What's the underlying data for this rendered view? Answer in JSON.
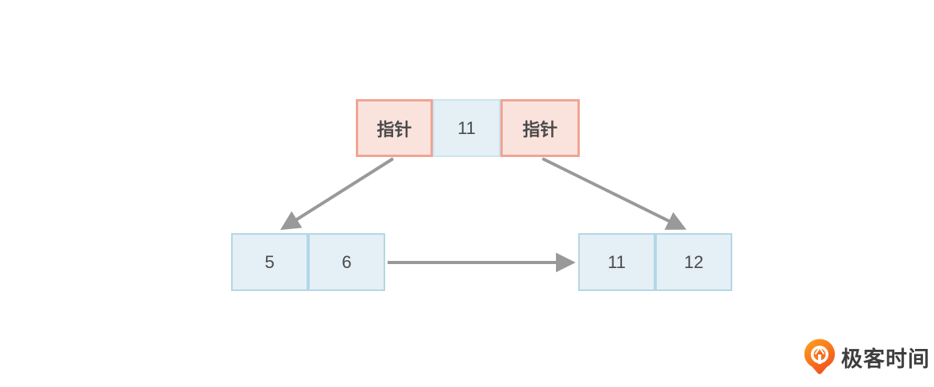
{
  "diagram": {
    "description": "B+ tree index structure diagram: a root node with two pointers and key 11 pointing to two leaf nodes; left leaf links to right leaf",
    "root_node": {
      "cells": [
        {
          "label": "指针",
          "type": "pointer"
        },
        {
          "label": "11",
          "type": "key"
        },
        {
          "label": "指针",
          "type": "pointer"
        }
      ]
    },
    "left_leaf_node": {
      "cells": [
        {
          "label": "5",
          "type": "key"
        },
        {
          "label": "6",
          "type": "key"
        }
      ]
    },
    "right_leaf_node": {
      "cells": [
        {
          "label": "11",
          "type": "key"
        },
        {
          "label": "12",
          "type": "key"
        }
      ]
    },
    "edges": [
      {
        "from": "root-left-pointer",
        "to": "left-leaf-node",
        "style": "arrow"
      },
      {
        "from": "root-right-pointer",
        "to": "right-leaf-node",
        "style": "arrow"
      },
      {
        "from": "left-leaf-node",
        "to": "right-leaf-node",
        "style": "arrow"
      }
    ]
  },
  "logo": {
    "text": "极客时间",
    "icon": "geektime-pin-icon"
  },
  "colors": {
    "pink_fill": "#fbe3dd",
    "pink_border": "#efa593",
    "blue_fill": "#e4f0f6",
    "blue_border": "#b3d7e6",
    "blue_border_light": "#cde4ef",
    "arrow": "#999999",
    "cell_text": "#4a4a4a",
    "logo_text": "#3e3e3e",
    "logo_orange_top": "#ffa21f",
    "logo_orange_bottom": "#f1541d"
  }
}
